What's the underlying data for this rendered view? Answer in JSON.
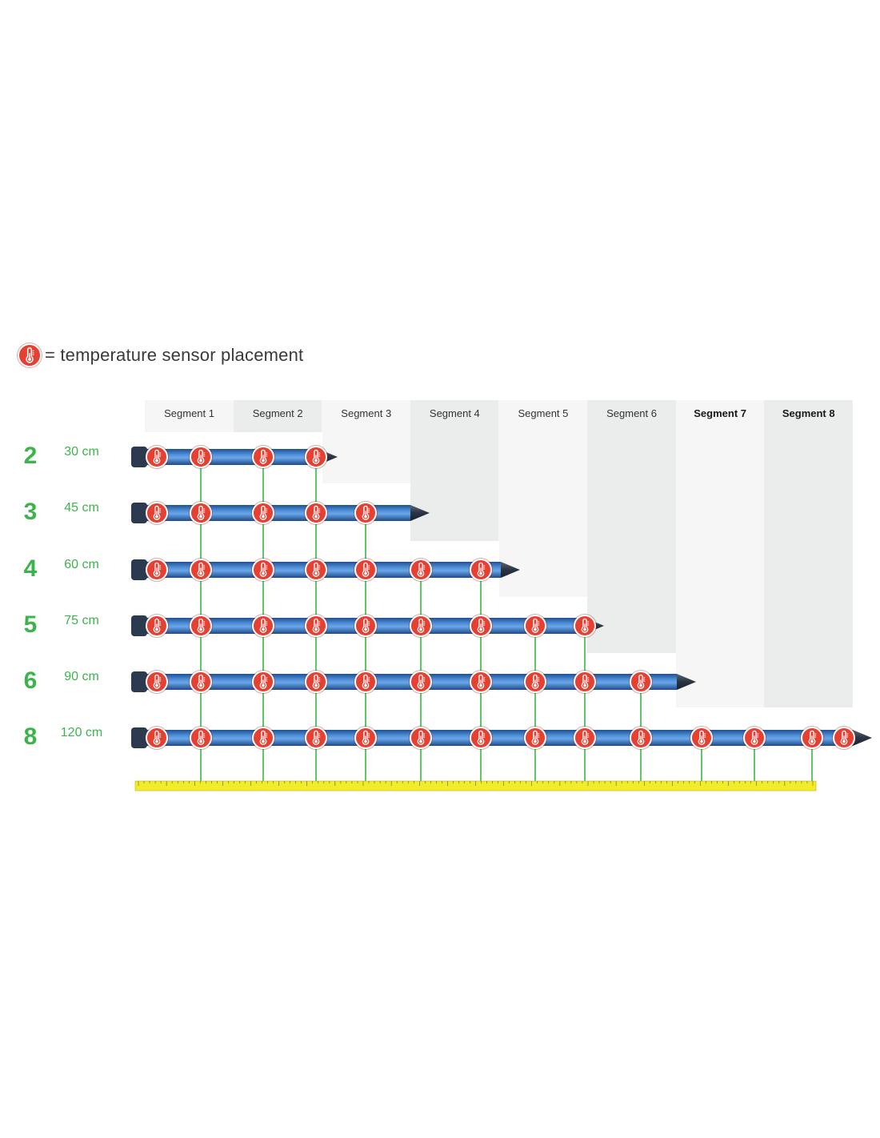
{
  "legend": {
    "icon": "thermometer-icon",
    "text": "= temperature sensor placement"
  },
  "segments": [
    {
      "label": "Segment 1",
      "bold": false
    },
    {
      "label": "Segment 2",
      "bold": false
    },
    {
      "label": "Segment 3",
      "bold": false
    },
    {
      "label": "Segment 4",
      "bold": false
    },
    {
      "label": "Segment 5",
      "bold": false
    },
    {
      "label": "Segment 6",
      "bold": false
    },
    {
      "label": "Segment 7",
      "bold": true
    },
    {
      "label": "Segment 8",
      "bold": true
    }
  ],
  "probes": [
    {
      "segments": "2",
      "length": "30 cm",
      "sensor_count": 4
    },
    {
      "segments": "3",
      "length": "45 cm",
      "sensor_count": 5
    },
    {
      "segments": "4",
      "length": "60 cm",
      "sensor_count": 7
    },
    {
      "segments": "5",
      "length": "75 cm",
      "sensor_count": 9
    },
    {
      "segments": "6",
      "length": "90 cm",
      "sensor_count": 10
    },
    {
      "segments": "8",
      "length": "120 cm",
      "sensor_count": 14
    }
  ],
  "colors": {
    "accent_green": "#3cb44b",
    "guide_line": "#5cc86a",
    "probe_blue": "#3f7cc6",
    "probe_dark": "#2b3a4e",
    "sensor_red": "#e64032",
    "ruler_yellow": "#f2ec2b",
    "segment_shade_dark": "#ebedec",
    "segment_shade_light": "#f6f6f6"
  }
}
